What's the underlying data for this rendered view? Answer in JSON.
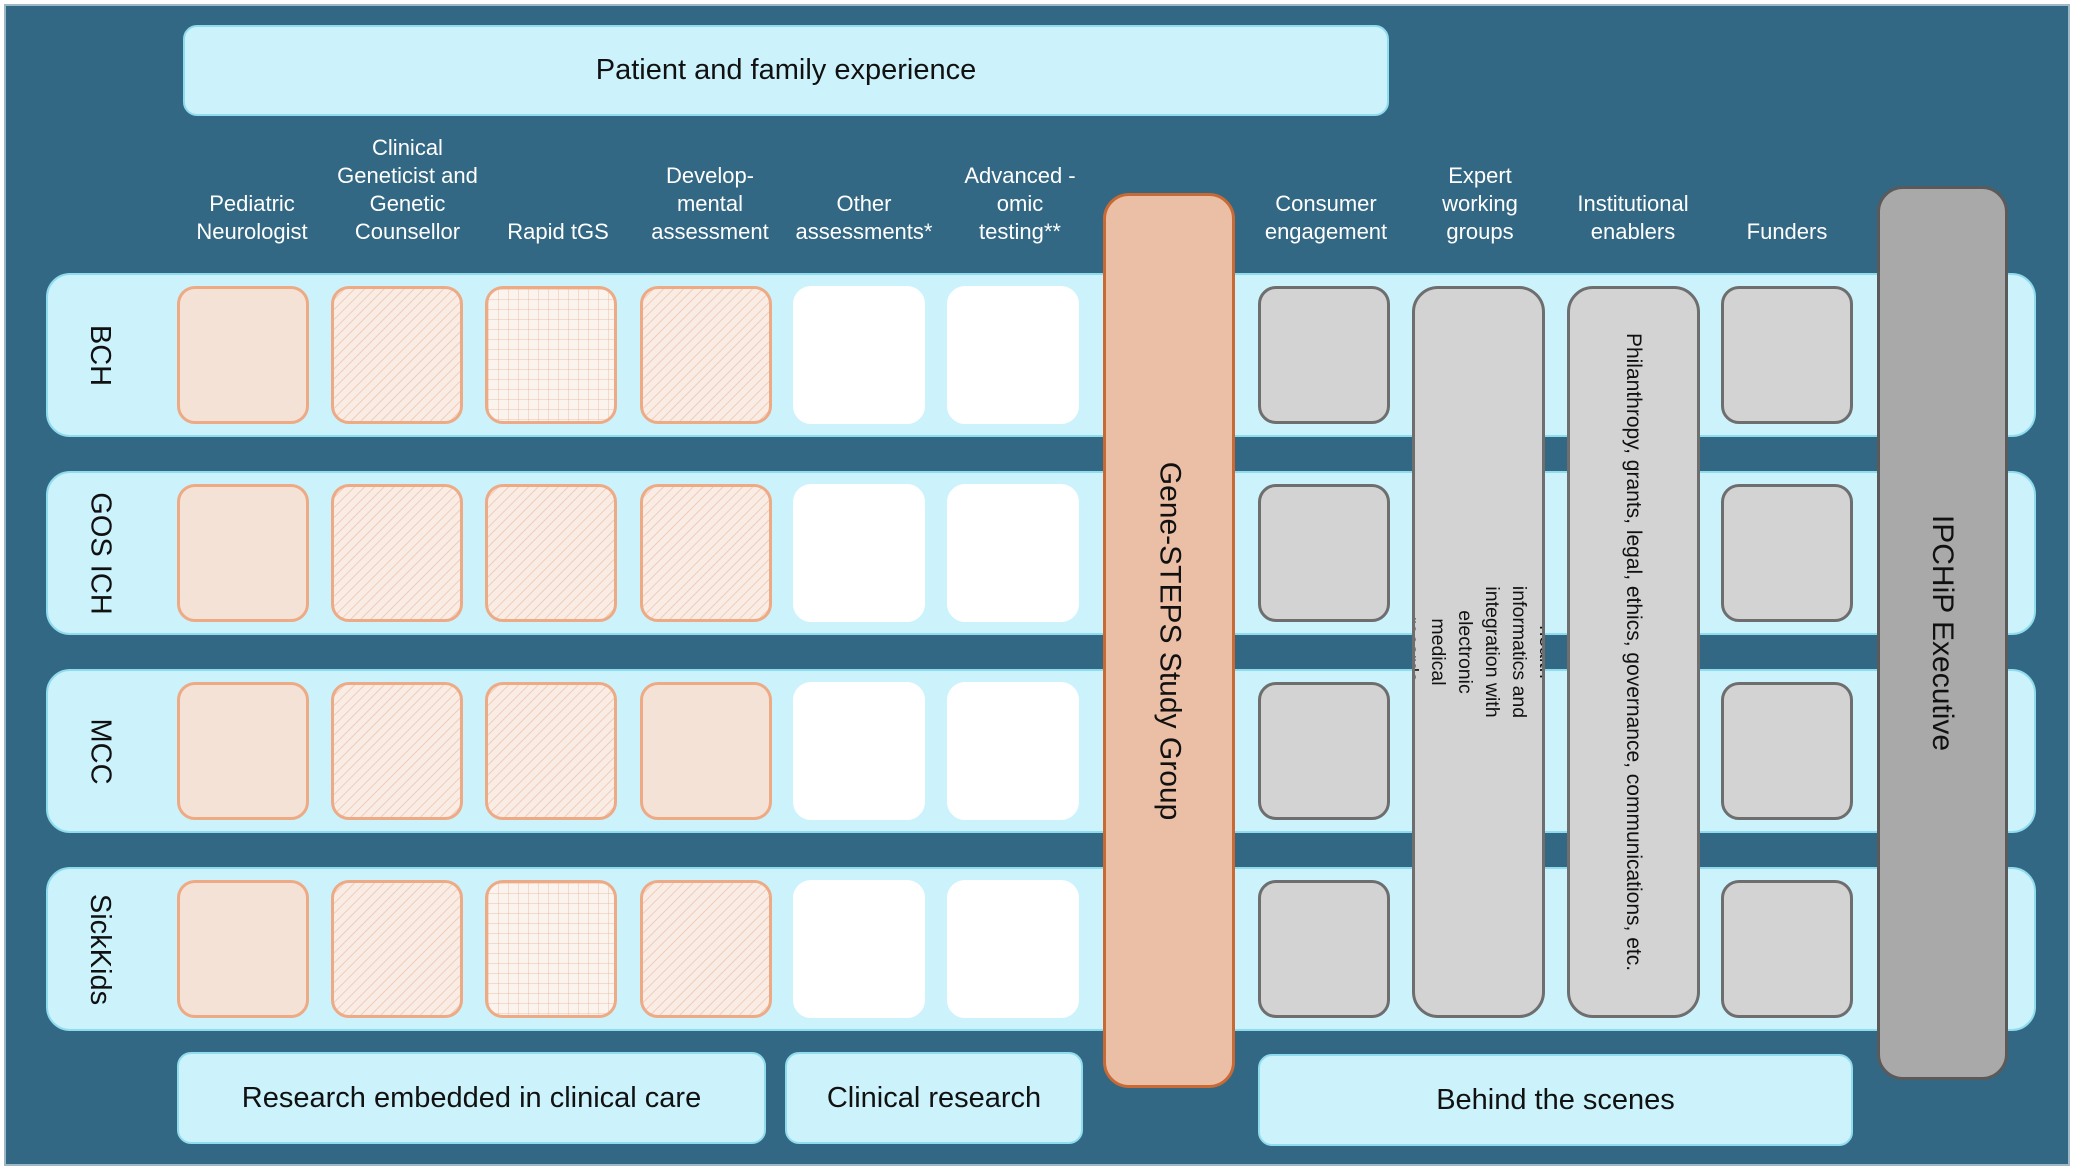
{
  "banners": {
    "top": "Patient and family experience",
    "research_embedded": "Research embedded in clinical care",
    "clinical_research": "Clinical research",
    "behind_scenes": "Behind the scenes"
  },
  "column_headers": {
    "pediatric_neurologist": "Pediatric\nNeurologist",
    "clinical_geneticist": "Clinical\nGeneticist and\nGenetic\nCounsellor",
    "rapid_tgs": "Rapid tGS",
    "developmental": "Develop-\nmental\nassessment",
    "other_assessments": "Other\nassessments*",
    "advanced_omic": "Advanced -\nomic\ntesting**",
    "consumer": "Consumer\nengagement",
    "expert": "Expert\nworking\ngroups",
    "institutional": "Institutional\nenablers",
    "funders": "Funders"
  },
  "rows": [
    "BCH",
    "GOS ICH",
    "MCC",
    "SickKids"
  ],
  "pillars": {
    "gene_steps": "Gene-STEPS Study Group",
    "ipchip": "IPCHiP Executive",
    "expert_text": "Ganomics and other–omics, clinical phenotyping and outcomes,\nhealth informatics and integration with electronic medical records,\nhealth economics, clinical utility, implementation science, etc.",
    "institutional_text": "Philanthropy, grants, legal, ethics, governance, communications, etc."
  },
  "colors": {
    "background": "#336884",
    "light_cyan": "#ccf2fb",
    "peach": "#f4e2d6",
    "peach_border": "#eeaa84",
    "gene_steps_fill": "#ebbfa6",
    "grey": "#d3d3d3",
    "dark_grey": "#a9a9a9"
  }
}
